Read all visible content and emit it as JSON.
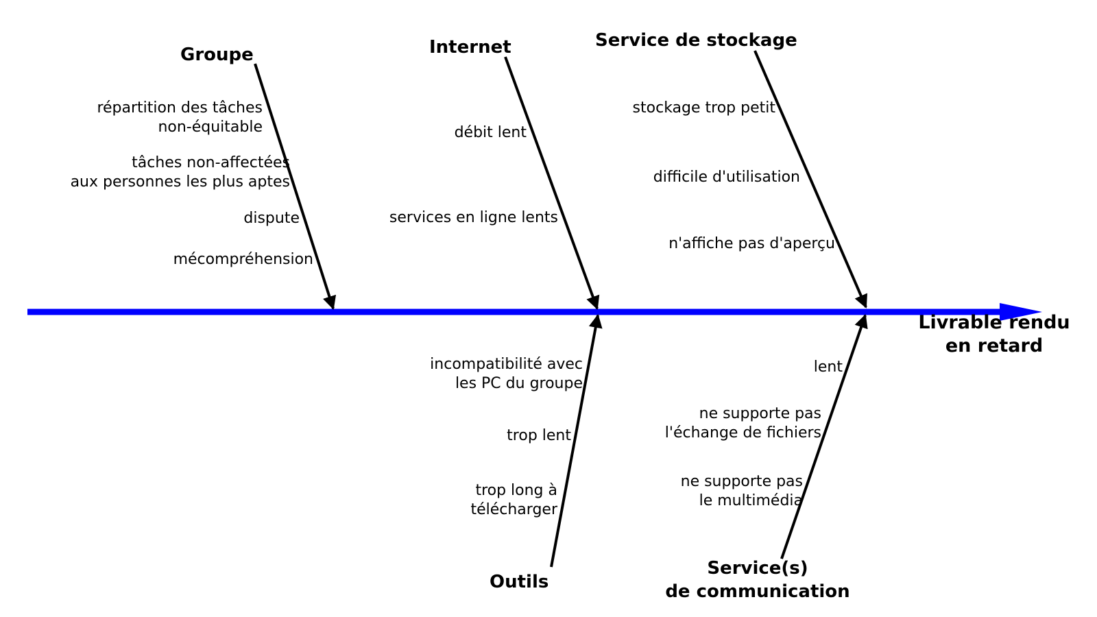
{
  "effect": "Livrable rendu\nen retard",
  "colors": {
    "spine": "#0000ff",
    "bones": "#000000"
  },
  "categories": {
    "groupe": {
      "title": "Groupe",
      "causes": [
        "répartition des tâches\nnon-équitable",
        "tâches non-affectées\naux personnes les plus aptes",
        "dispute",
        "mécompréhension"
      ]
    },
    "internet": {
      "title": "Internet",
      "causes": [
        "débit lent",
        "services en ligne lents"
      ]
    },
    "stockage": {
      "title": "Service de stockage",
      "causes": [
        "stockage trop petit",
        "difficile d'utilisation",
        "n'affiche pas d'aperçu"
      ]
    },
    "outils": {
      "title": "Outils",
      "causes": [
        "incompatibilité avec\nles PC du groupe",
        "trop lent",
        "trop long à\ntélécharger"
      ]
    },
    "communication": {
      "title": "Service(s)\nde communication",
      "causes": [
        "lent",
        "ne supporte pas\nl'échange de fichiers",
        "ne supporte pas\nle multimédia"
      ]
    }
  }
}
